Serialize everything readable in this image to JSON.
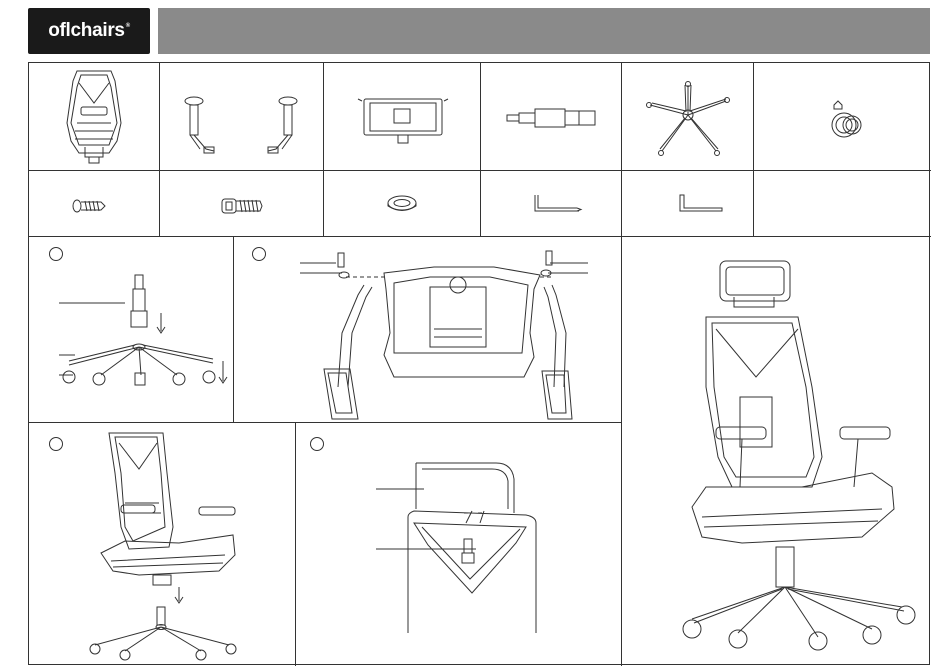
{
  "brand": {
    "logo_text": "oflchairs",
    "registered_mark": "®"
  },
  "colors": {
    "logo_background": "#1a1a1a",
    "header_bar": "#8a8a8a",
    "line": "#333333"
  },
  "parts_row_1": [
    {
      "icon": "backrest-seat-icon"
    },
    {
      "icon": "armrests-icon"
    },
    {
      "icon": "mechanism-plate-icon"
    },
    {
      "icon": "gas-cylinder-icon"
    },
    {
      "icon": "five-star-base-icon"
    },
    {
      "icon": "caster-wheel-icon"
    }
  ],
  "parts_row_2": [
    {
      "icon": "short-screw-icon"
    },
    {
      "icon": "long-bolt-icon"
    },
    {
      "icon": "washer-icon"
    },
    {
      "icon": "allen-key-large-icon"
    },
    {
      "icon": "allen-key-small-icon"
    },
    {
      "icon": "empty-slot"
    }
  ],
  "steps": [
    {
      "number": "",
      "name": "step-1-base-assembly"
    },
    {
      "number": "",
      "name": "step-2-armrest-assembly"
    },
    {
      "number": "",
      "name": "step-3-seat-on-base"
    },
    {
      "number": "",
      "name": "step-4-headrest"
    },
    {
      "number": "",
      "name": "finished-chair"
    }
  ]
}
